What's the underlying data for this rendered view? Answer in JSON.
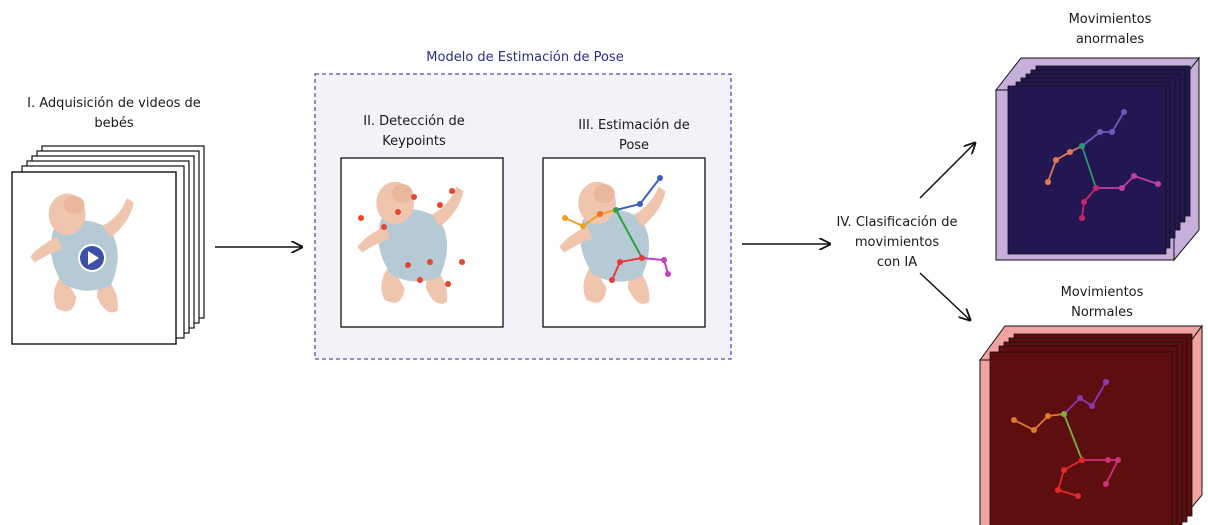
{
  "stage1": {
    "line1": "I. Adquisición de videos de",
    "line2": "bebés"
  },
  "pose_model": {
    "title": "Modelo de Estimación de Pose"
  },
  "stage2": {
    "line1": "II. Detección de",
    "line2": "Keypoints"
  },
  "stage3": {
    "line1": "III. Estimación de",
    "line2": "Pose"
  },
  "stage4": {
    "line1": "IV. Clasificación de",
    "line2": "movimientos",
    "line3": "con IA"
  },
  "abnormal": {
    "line1": "Movimientos",
    "line2": "anormales"
  },
  "normal": {
    "line1": "Movimientos",
    "line2": "Normales"
  },
  "colors": {
    "model_border": "#5a4fa8",
    "model_fill": "#f2f2f8",
    "abnormal_front": "#241650",
    "abnormal_frame": "#c6afda",
    "normal_front": "#5e0e0e",
    "normal_frame": "#f0a3a0",
    "baby_skin": "#f0c5ad",
    "baby_outfit": "#b6cad6",
    "play_button": "#3d4fa8"
  }
}
